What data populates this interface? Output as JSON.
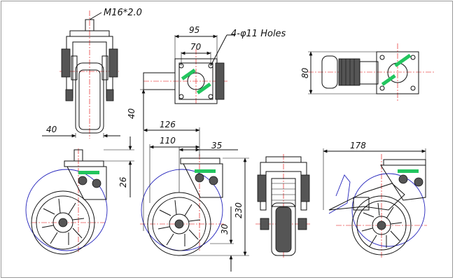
{
  "colors": {
    "line": "#111111",
    "centerline": "#e00000",
    "swivel_arc": "#2222bb",
    "brand_logo": "#22c55e",
    "frame": "#9a9a9a"
  },
  "annotations": {
    "thread": "M16*2.0",
    "holes": "4-φ11  Holes"
  },
  "dimensions": {
    "top_width": "95",
    "top_hole_spacing": "70",
    "side_height": "80",
    "stem_height": "40",
    "axle_offset": "40",
    "swivel_radius": "126",
    "wheel_dia_ref": "110",
    "offset": "35",
    "stem_length": "26",
    "overall_height": "230",
    "wheel_width": "30",
    "brake_width": "178"
  }
}
